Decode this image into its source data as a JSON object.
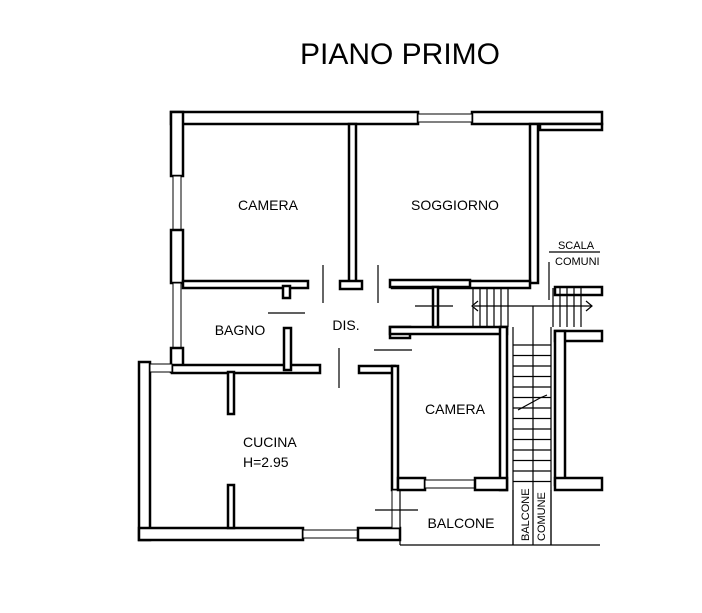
{
  "title": "PIANO PRIMO",
  "rooms": {
    "camera_1": "CAMERA",
    "soggiorno": "SOGGIORNO",
    "bagno": "BAGNO",
    "dis": "DIS.",
    "camera_2": "CAMERA",
    "cucina": "CUCINA",
    "cucina_height": "H=2.95",
    "balcone": "BALCONE",
    "scala": "SCALA",
    "comuni": "COMUNI",
    "balcone_comune_1": "BALCONE",
    "balcone_comune_2": "COMUNE"
  }
}
